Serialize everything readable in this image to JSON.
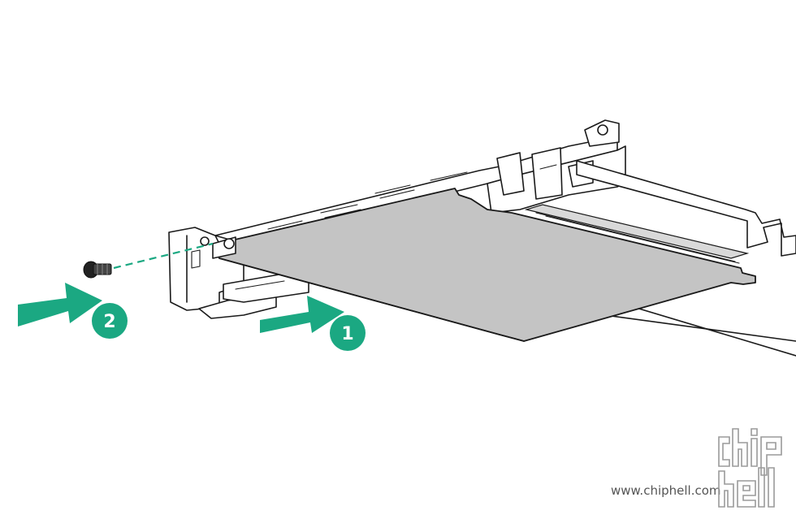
{
  "diagram": {
    "steps": [
      {
        "number": "1",
        "action": "insert-card"
      },
      {
        "number": "2",
        "action": "install-screw"
      }
    ],
    "accent_color": "#1ba882",
    "card_color": "#c4c4c4",
    "line_color": "#1a1a1a"
  },
  "watermark": {
    "url": "www.chiphell.com",
    "logo_text": "chip hell"
  }
}
